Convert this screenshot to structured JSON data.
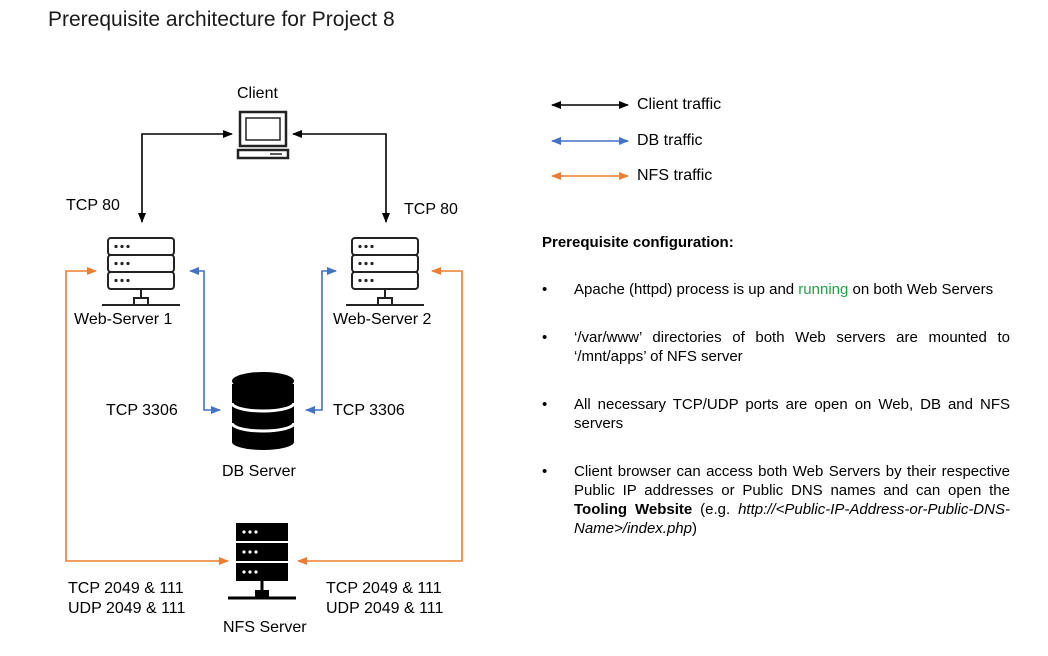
{
  "title": "Prerequisite architecture for Project 8",
  "nodes": {
    "client": "Client",
    "web1": "Web-Server 1",
    "web2": "Web-Server 2",
    "db": "DB Server",
    "nfs": "NFS Server"
  },
  "edge_labels": {
    "tcp80_left": "TCP 80",
    "tcp80_right": "TCP 80",
    "tcp3306_left": "TCP 3306",
    "tcp3306_right": "TCP 3306",
    "nfs_left_line1": "TCP 2049 & 111",
    "nfs_left_line2": "UDP 2049 & 111",
    "nfs_right_line1": "TCP 2049 & 111",
    "nfs_right_line2": "UDP 2049 & 111"
  },
  "legend": [
    {
      "label": "Client traffic",
      "color": "#000000"
    },
    {
      "label": "DB traffic",
      "color": "#4472c4"
    },
    {
      "label": "NFS traffic",
      "color": "#ed7d31"
    }
  ],
  "config": {
    "heading": "Prerequisite configuration:",
    "bullet_char": "•",
    "b1_pre": "Apache (httpd) process is up and ",
    "b1_highlight": "running",
    "b1_post": " on both Web Servers",
    "b2": "‘/var/www’ directories of both Web servers are mounted to ‘/mnt/apps’ of NFS server",
    "b3": "All necessary TCP/UDP ports are open on Web, DB and NFS servers",
    "b4_pre": "Client browser can access both Web Servers by their respective Public IP addresses or Public DNS names and can open the ",
    "b4_bold": "Tooling Website",
    "b4_mid": " (e.g. ",
    "b4_url": "http://<Public-IP-Address-or-Public-DNS-Name>/index.php",
    "b4_end": ")"
  },
  "colors": {
    "client_traffic": "#000000",
    "db_traffic": "#4472c4",
    "nfs_traffic": "#ed7d31",
    "running": "#22a34a"
  }
}
